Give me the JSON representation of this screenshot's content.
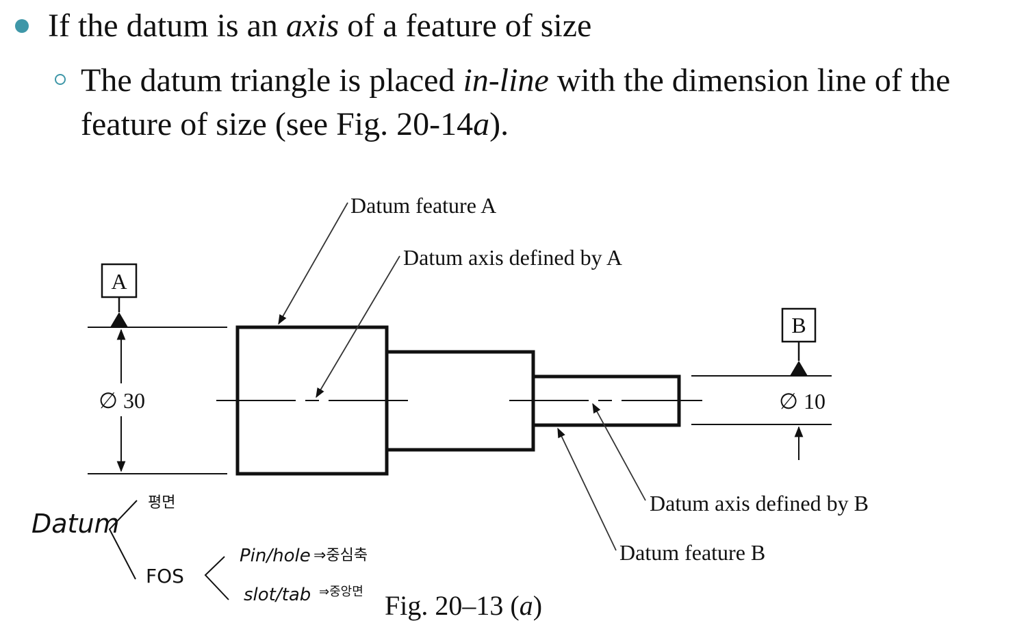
{
  "bullet1": {
    "pre": "If the datum is an ",
    "em": "axis",
    "post": " of a feature of size"
  },
  "bullet2": {
    "pre": "The datum triangle is placed ",
    "em": "in-line",
    "mid": " with the dimension line of the feature of size (see Fig. 20-14",
    "em2": "a",
    "post": ")."
  },
  "figure": {
    "datum_a_letter": "A",
    "datum_b_letter": "B",
    "dim_large": "∅ 30",
    "dim_small": "∅ 10",
    "label_feature_a": "Datum feature A",
    "label_axis_a": "Datum axis defined by A",
    "label_axis_b": "Datum axis defined by B",
    "label_feature_b": "Datum feature B",
    "caption_pre": "Fig. 20–13 (",
    "caption_em": "a",
    "caption_post": ")"
  },
  "notes": {
    "datum": "Datum",
    "plane": "평면",
    "fos": "FOS",
    "pin_hole": "Pin/hole",
    "pin_hole_result": "⇒중심축",
    "slot_tab": "slot/tab",
    "slot_tab_result": "⇒중앙면"
  },
  "colors": {
    "bullet": "#3f97a8",
    "ink": "#111111"
  }
}
